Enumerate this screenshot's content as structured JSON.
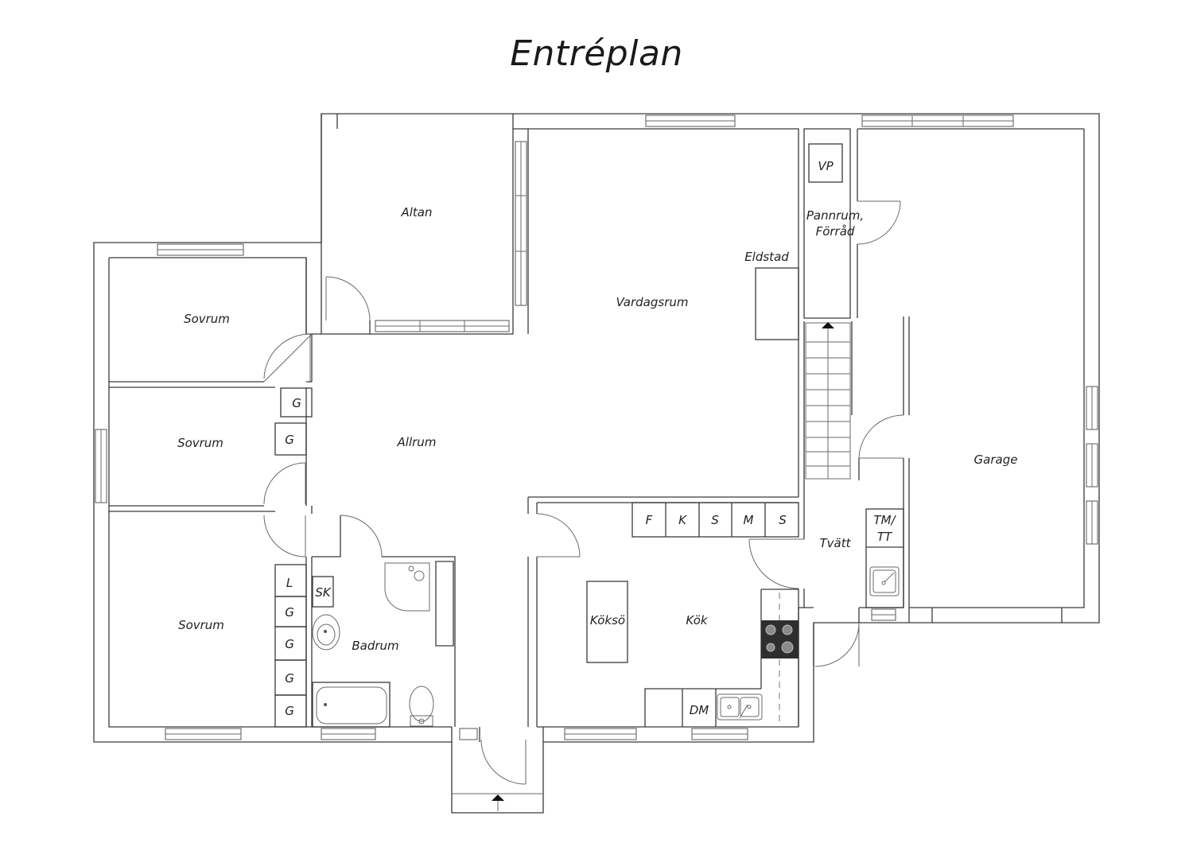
{
  "title": "Entréplan",
  "rooms": {
    "altan": "Altan",
    "vardagsrum": "Vardagsrum",
    "eldstad": "Eldstad",
    "pannrum_line1": "Pannrum,",
    "pannrum_line2": "Förråd",
    "vp": "VP",
    "sovrum_1": "Sovrum",
    "sovrum_2": "Sovrum",
    "sovrum_3": "Sovrum",
    "allrum": "Allrum",
    "garage": "Garage",
    "tvatt": "Tvätt",
    "tm_tt_line1": "TM/",
    "tm_tt_line2": "TT",
    "badrum": "Badrum",
    "sk": "SK",
    "koksö": "Köksö",
    "kok": "Kök",
    "dm": "DM"
  },
  "closets": {
    "g1": "G",
    "g2": "G",
    "l": "L",
    "g3": "G",
    "g4": "G",
    "g5": "G",
    "g6": "G"
  },
  "kitchen_units": [
    "F",
    "K",
    "S",
    "M",
    "S"
  ]
}
